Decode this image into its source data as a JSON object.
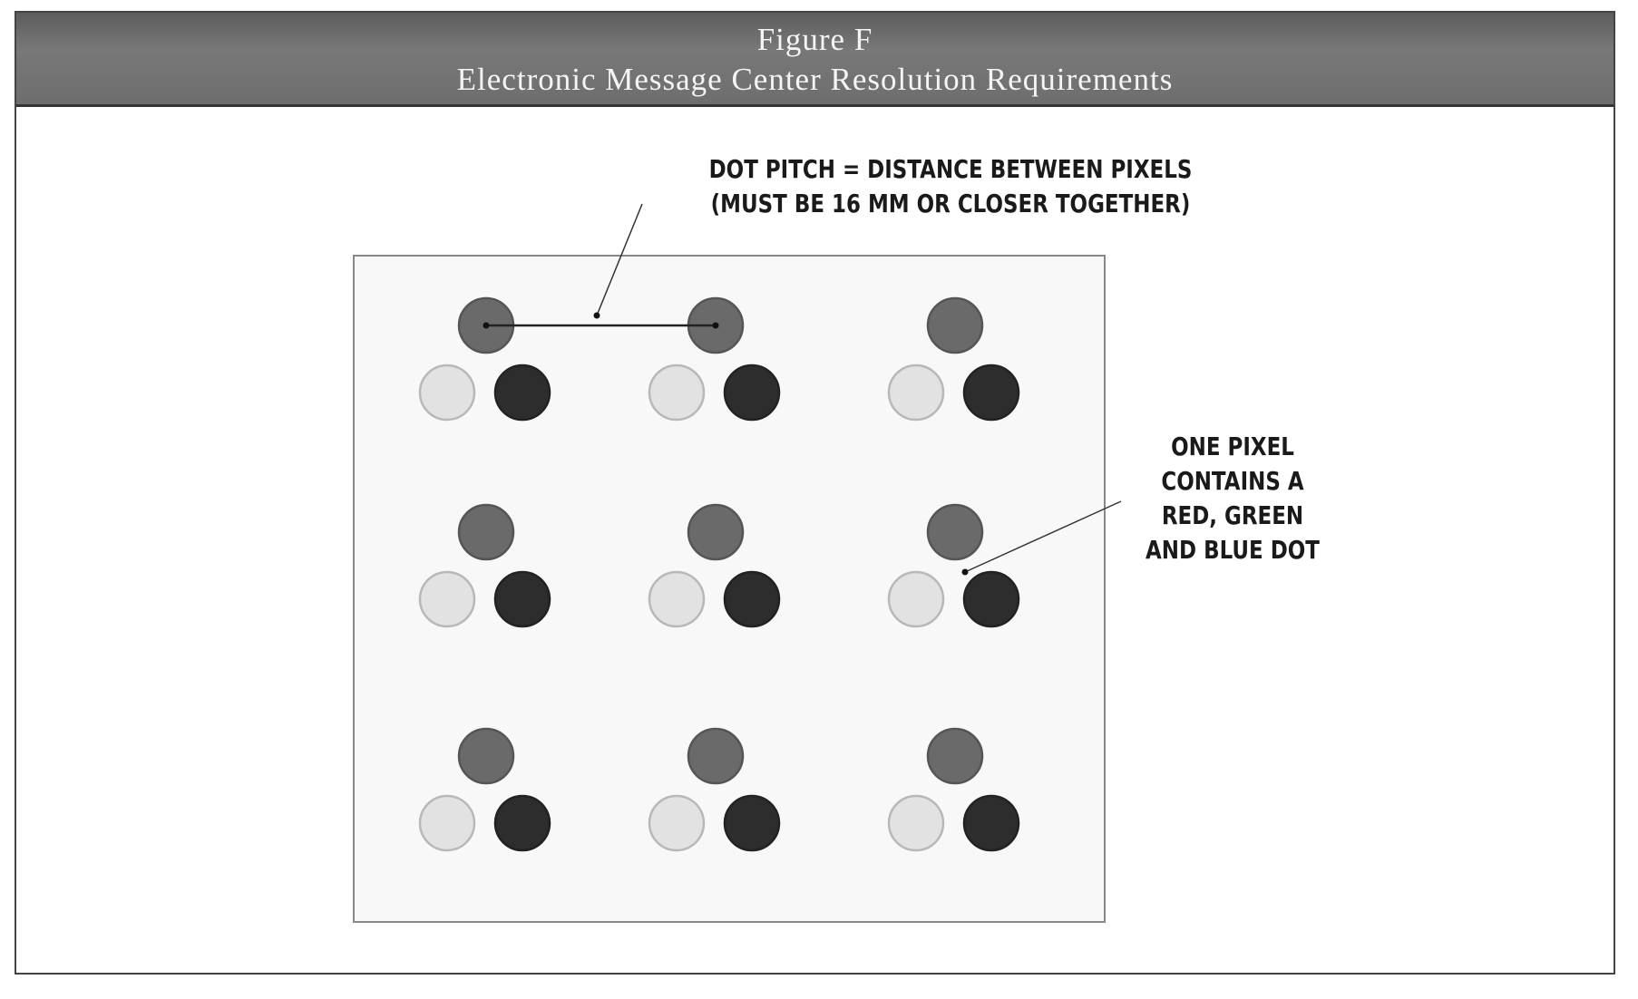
{
  "figure": {
    "label": "Figure F",
    "title": "Electronic Message Center Resolution Requirements"
  },
  "annotations": {
    "dot_pitch": [
      "DOT PITCH = DISTANCE BETWEEN PIXELS",
      "(MUST BE 16 MM OR CLOSER TOGETHER)"
    ],
    "pixel": [
      "ONE PIXEL",
      "CONTAINS A",
      "RED, GREEN",
      "AND BLUE DOT"
    ]
  },
  "grid": {
    "rows": 3,
    "cols": 3
  },
  "colors": {
    "header": "#6e6e6e",
    "red_dot": "#6a6a6a",
    "green_dot": "#e2e2e2",
    "blue_dot": "#2d2d2d",
    "panel": "#f8f8f8"
  }
}
